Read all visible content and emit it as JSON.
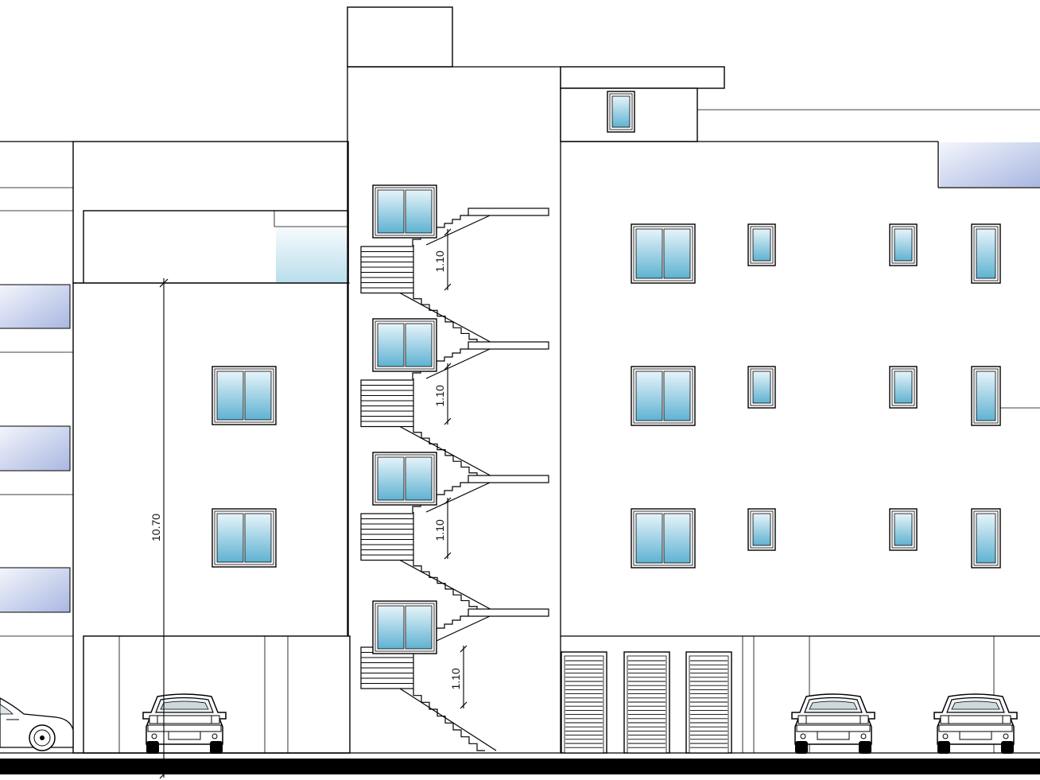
{
  "dimensions": {
    "total_height": "10.70",
    "railing_heights": [
      "1.10",
      "1.10",
      "1.10",
      "1.10"
    ]
  },
  "colors": {
    "glass_top": "#e6f4fa",
    "glass_bottom": "#5fb2d2",
    "panel_light": "#f2f4fb",
    "panel_dark": "#aab8e2",
    "ground": "#000000",
    "line": "#000000"
  },
  "icons": {
    "car_front": "car-front-icon",
    "car_side": "car-side-icon"
  }
}
